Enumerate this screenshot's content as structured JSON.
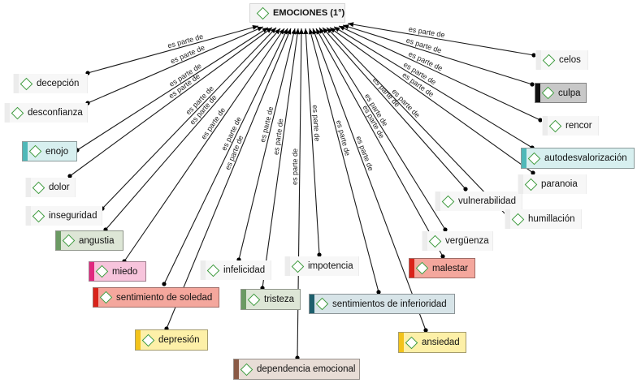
{
  "root": {
    "label": "EMOCIONES (1°)"
  },
  "relation_label": "es parte de",
  "nodes": [
    {
      "id": "decepcion",
      "label": "decepción",
      "style": "plain"
    },
    {
      "id": "desconfianza",
      "label": "desconfianza",
      "style": "plain"
    },
    {
      "id": "enojo",
      "label": "enojo",
      "style": "colored",
      "fill": "#d7efef",
      "accent": "#4fb8b8"
    },
    {
      "id": "dolor",
      "label": "dolor",
      "style": "plain"
    },
    {
      "id": "inseguridad",
      "label": "inseguridad",
      "style": "plain"
    },
    {
      "id": "angustia",
      "label": "angustia",
      "style": "colored",
      "fill": "#dde6d6",
      "accent": "#6b9a63"
    },
    {
      "id": "miedo",
      "label": "miedo",
      "style": "colored",
      "fill": "#f7c4dc",
      "accent": "#e0287f"
    },
    {
      "id": "sentimiento-de-soledad",
      "label": "sentimiento de soledad",
      "style": "colored",
      "fill": "#f4a79d",
      "accent": "#d9231a"
    },
    {
      "id": "depresion",
      "label": "depresión",
      "style": "colored",
      "fill": "#fdf0a8",
      "accent": "#f2c31c"
    },
    {
      "id": "infelicidad",
      "label": "infelicidad",
      "style": "plain"
    },
    {
      "id": "tristeza",
      "label": "tristeza",
      "style": "colored",
      "fill": "#dde6d6",
      "accent": "#6b9a63"
    },
    {
      "id": "dependencia-emocional",
      "label": "dependencia emocional",
      "style": "colored",
      "fill": "#e8ddd6",
      "accent": "#8a5a46"
    },
    {
      "id": "impotencia",
      "label": "impotencia",
      "style": "plain"
    },
    {
      "id": "sentimientos-de-inferioridad",
      "label": "sentimientos de inferioridad",
      "style": "colored",
      "fill": "#d7e4e8",
      "accent": "#1d5f6d"
    },
    {
      "id": "ansiedad",
      "label": "ansiedad",
      "style": "colored",
      "fill": "#fdf0a8",
      "accent": "#f2c31c"
    },
    {
      "id": "malestar",
      "label": "malestar",
      "style": "colored",
      "fill": "#f4a79d",
      "accent": "#d9231a"
    },
    {
      "id": "verguenza",
      "label": "vergüenza",
      "style": "plain"
    },
    {
      "id": "vulnerabilidad",
      "label": "vulnerabilidad",
      "style": "plain"
    },
    {
      "id": "humillacion",
      "label": "humillación",
      "style": "plain"
    },
    {
      "id": "paranoia",
      "label": "paranoia",
      "style": "plain"
    },
    {
      "id": "autodesvalorizacion",
      "label": "autodesvalorización",
      "style": "colored",
      "fill": "#d7efef",
      "accent": "#4fb8b8"
    },
    {
      "id": "rencor",
      "label": "rencor",
      "style": "plain"
    },
    {
      "id": "culpa",
      "label": "culpa",
      "style": "colored",
      "fill": "#c8c8c8",
      "accent": "#111111"
    },
    {
      "id": "celos",
      "label": "celos",
      "style": "plain"
    }
  ]
}
